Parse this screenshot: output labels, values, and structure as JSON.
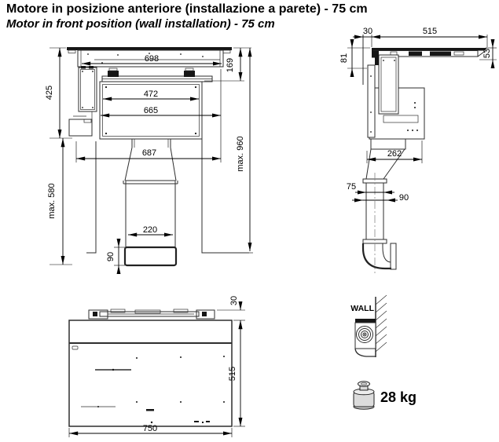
{
  "title": {
    "line1_it": "Motore in posizione anteriore (installazione a parete) - 75 cm",
    "line2_en": "Motor in front position (wall installation) - 75 cm"
  },
  "front_view": {
    "dim_top_width": "698",
    "dim_hob_height": "169",
    "dim_left_height": "425",
    "dim_inner_width": "472",
    "dim_body_width": "665",
    "dim_bracket_width": "687",
    "dim_max_total_height": "max. 960",
    "dim_max_lower_height": "max. 580",
    "dim_duct_width": "220",
    "dim_elbow_height": "90"
  },
  "side_view": {
    "dim_back_gap": "30",
    "dim_depth": "515",
    "dim_top_offset": "81",
    "dim_hob_thickness": "53",
    "dim_body_depth": "262",
    "dim_duct_depth": "75",
    "dim_flange_depth": "90"
  },
  "plan_view": {
    "dim_bracket_offset": "30",
    "dim_depth": "515",
    "dim_width": "750"
  },
  "wall_detail": {
    "label": "WALL"
  },
  "weight": {
    "label": "28 kg"
  }
}
